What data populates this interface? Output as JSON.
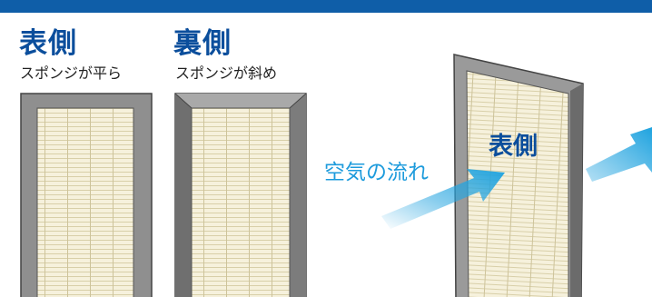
{
  "front": {
    "title": "表側",
    "desc": "スポンジが平ら"
  },
  "back": {
    "title": "裏側",
    "desc": "スポンジが斜め"
  },
  "airflow_label": "空気の流れ",
  "tilted_face_label": "表側",
  "colors": {
    "header": "#0f5ea8",
    "title_blue": "#0b4e9c",
    "frame_gray": "#8d8d8d",
    "frame_dark": "#5c5c5c",
    "filter_fill": "#f5f0d9",
    "arrow_cyan": "#2aa6e0"
  }
}
